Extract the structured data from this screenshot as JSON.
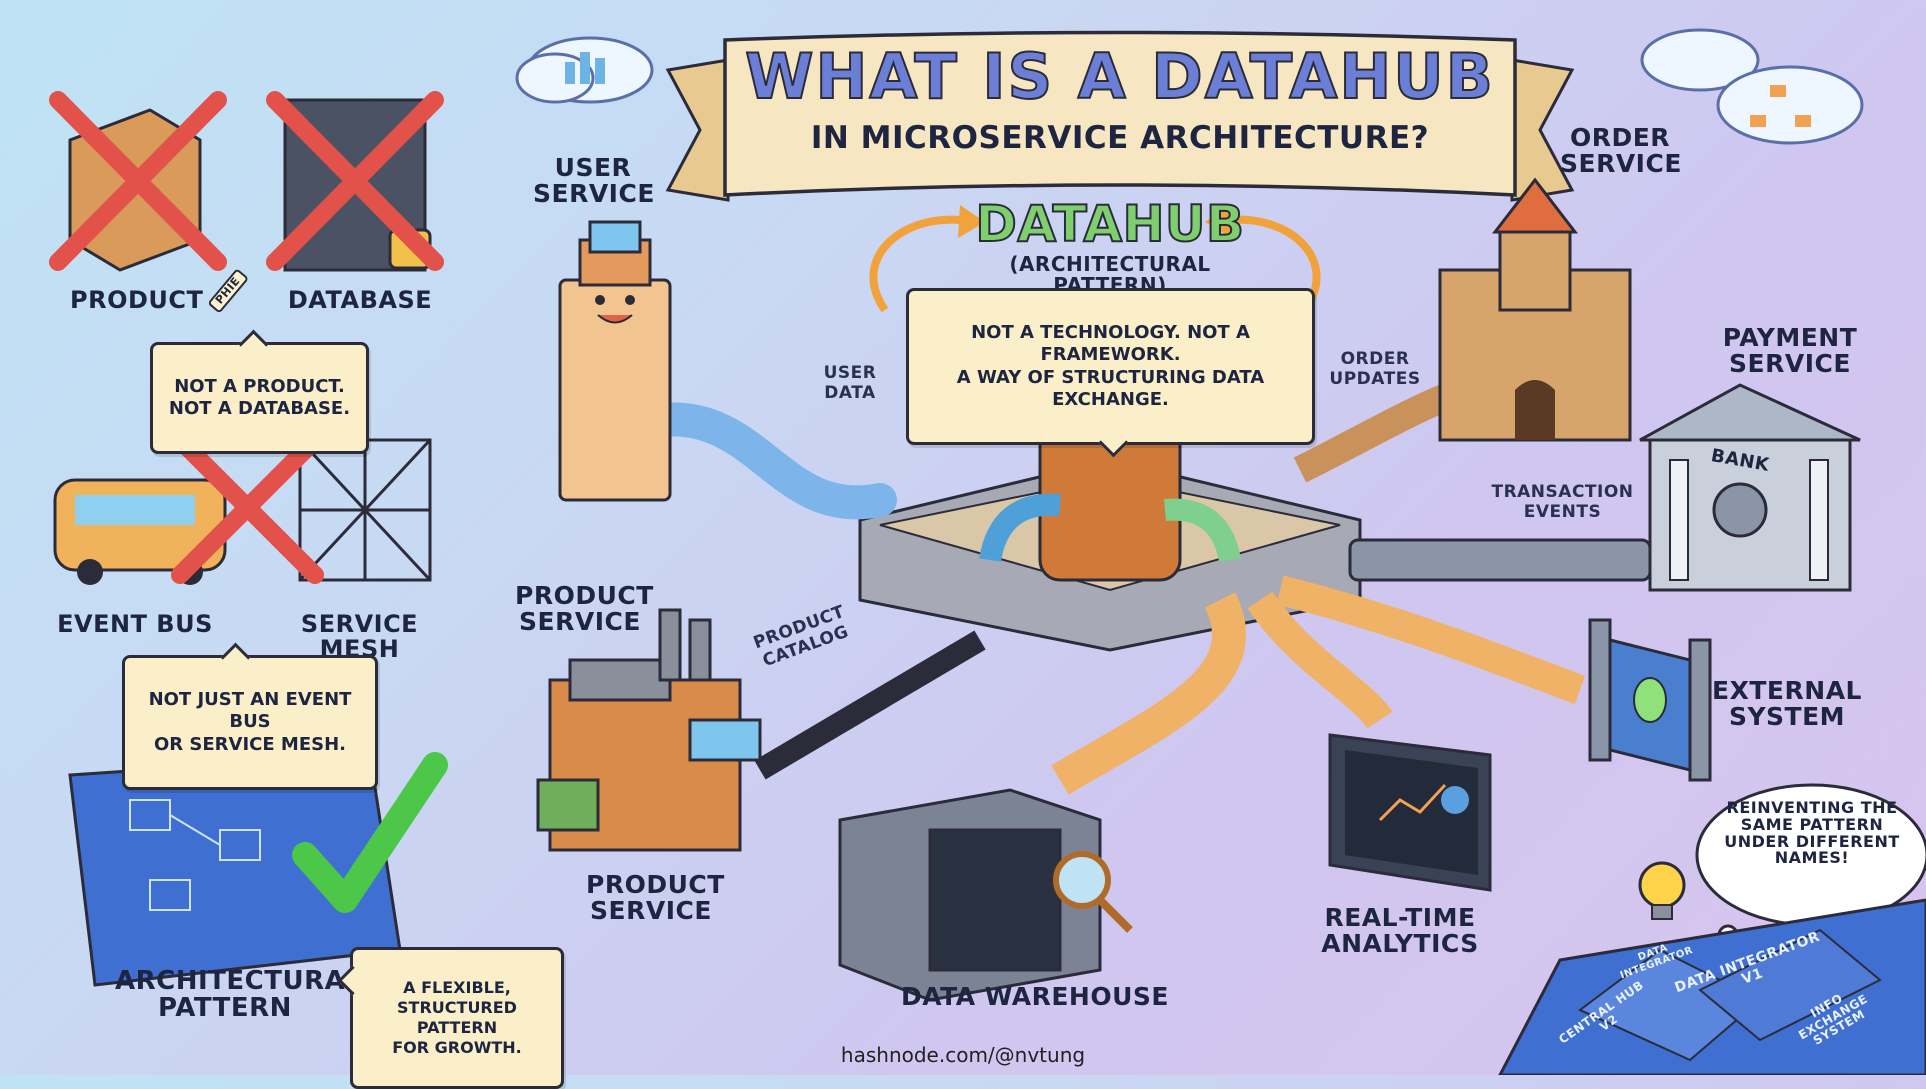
{
  "banner": {
    "title": "WHAT IS A DATAHUB",
    "subtitle": "IN MICROSERVICE ARCHITECTURE?"
  },
  "center": {
    "title": "DATAHUB",
    "subtitle": "(ARCHITECTURAL PATTERN)",
    "note": "NOT A TECHNOLOGY. NOT A FRAMEWORK.\nA WAY OF STRUCTURING DATA EXCHANGE."
  },
  "left_panel": {
    "product_label": "PRODUCT",
    "product_tag": "PHIE",
    "database_label": "DATABASE",
    "note1": "NOT A PRODUCT.\nNOT A DATABASE.",
    "event_bus_label": "EVENT BUS",
    "service_mesh_label": "SERVICE MESH",
    "note2": "NOT JUST AN EVENT BUS\nOR SERVICE MESH.",
    "pattern_label": "ARCHITECTURAL\nPATTERN",
    "note3": "A FLEXIBLE,\nSTRUCTURED PATTERN\nFOR GROWTH."
  },
  "services": {
    "user_service": "USER\nSERVICE",
    "order_service": "ORDER\nSERVICE",
    "payment_service": "PAYMENT\nSERVICE",
    "product_service_top": "PRODUCT\nSERVICE",
    "product_service_bottom": "PRODUCT\nSERVICE",
    "external_system": "EXTERNAL\nSYSTEM",
    "real_time_analytics": "REAL-TIME\nANALYTICS",
    "data_warehouse": "DATA WAREHOUSE"
  },
  "flows": {
    "user_data": "USER\nDATA",
    "order_updates": "ORDER\nUPDATES",
    "transaction_events": "TRANSACTION\nEVENTS",
    "product_catalog": "PRODUCT\nCATALOG"
  },
  "bank_sign": "BANK",
  "thought": "REINVENTING THE\nSAME PATTERN\nUNDER DIFFERENT\nNAMES!",
  "papers": [
    "DATA INTEGRATOR",
    "DATA INTEGRATOR V1",
    "CENTRAL HUB V2",
    "INFO EXCHANGE SYSTEM"
  ],
  "footer": "hashnode.com/@nvtung",
  "colors": {
    "banner_fill": "#f6e6c2",
    "title_blue": "#6b7fd6",
    "datahub_green": "#7fcf6f",
    "cross_red": "#e2524a",
    "check_green": "#4cc74a",
    "note_fill": "#fbefc9",
    "pipe_blue": "#7db5ea",
    "pipe_orange": "#f0b266"
  }
}
